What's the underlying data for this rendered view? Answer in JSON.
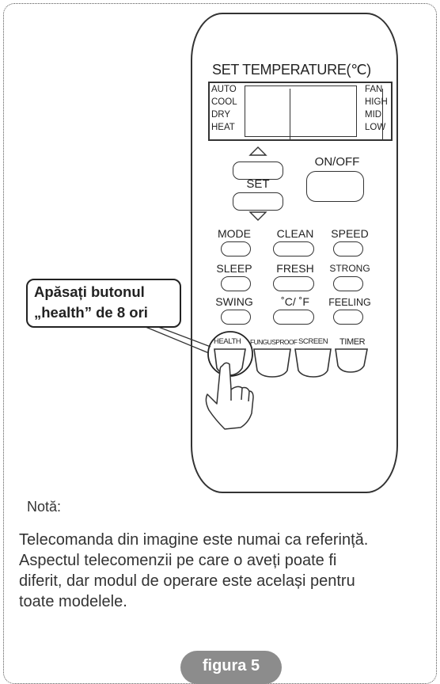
{
  "remote": {
    "set_temperature_label": "SET TEMPERATURE(℃)",
    "modes_left": [
      "AUTO",
      "COOL",
      "DRY",
      "HEAT"
    ],
    "modes_right": [
      "FAN",
      "HIGH",
      "MID",
      "LOW"
    ],
    "set_label": "SET",
    "onoff_label": "ON/OFF",
    "row1": [
      "MODE",
      "CLEAN",
      "SPEED"
    ],
    "row2": [
      "SLEEP",
      "FRESH",
      "STRONG"
    ],
    "row3": [
      "SWING",
      "˚C/ ˚F",
      "FEELING"
    ],
    "row4": [
      "HEALTH",
      "FUNGUSPROOF",
      "SCREEN",
      "TIMER"
    ]
  },
  "callout": {
    "line1": "Apăsați butonul",
    "line2": "„health” de 8 ori"
  },
  "note": {
    "title": "Notă:",
    "lines": [
      "Telecomanda din imagine este numai ca referință.",
      "Aspectul telecomenzii pe care o aveți poate fi",
      "diferit, dar modul de operare este același pentru",
      "toate modelele."
    ]
  },
  "figure_label": "figura 5"
}
